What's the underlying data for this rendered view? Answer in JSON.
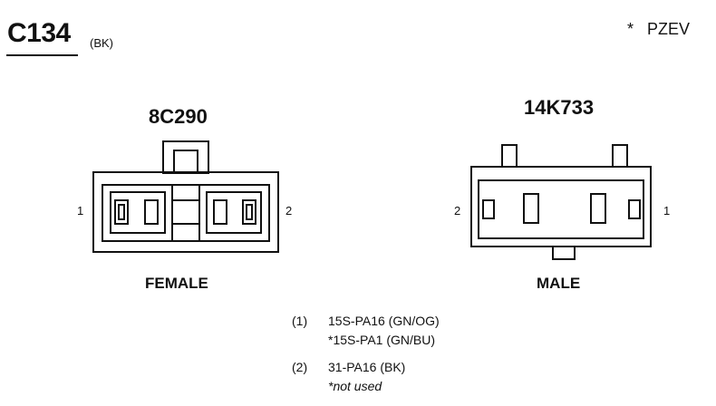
{
  "header": {
    "connector_title": "C134",
    "color_code": "(BK)",
    "note": "*   PZEV"
  },
  "left_connector": {
    "part_number": "8C290",
    "gender": "FEMALE",
    "pin_left": "1",
    "pin_right": "2"
  },
  "right_connector": {
    "part_number": "14K733",
    "gender": "MALE",
    "pin_left": "2",
    "pin_right": "1"
  },
  "circuits": [
    {
      "pin": "(1)",
      "circuit": "15S-PA16 (GN/OG)",
      "alternate": "*15S-PA1 (GN/BU)"
    },
    {
      "pin": "(2)",
      "circuit": "31-PA16 (BK)",
      "alternate": "*not used"
    }
  ]
}
